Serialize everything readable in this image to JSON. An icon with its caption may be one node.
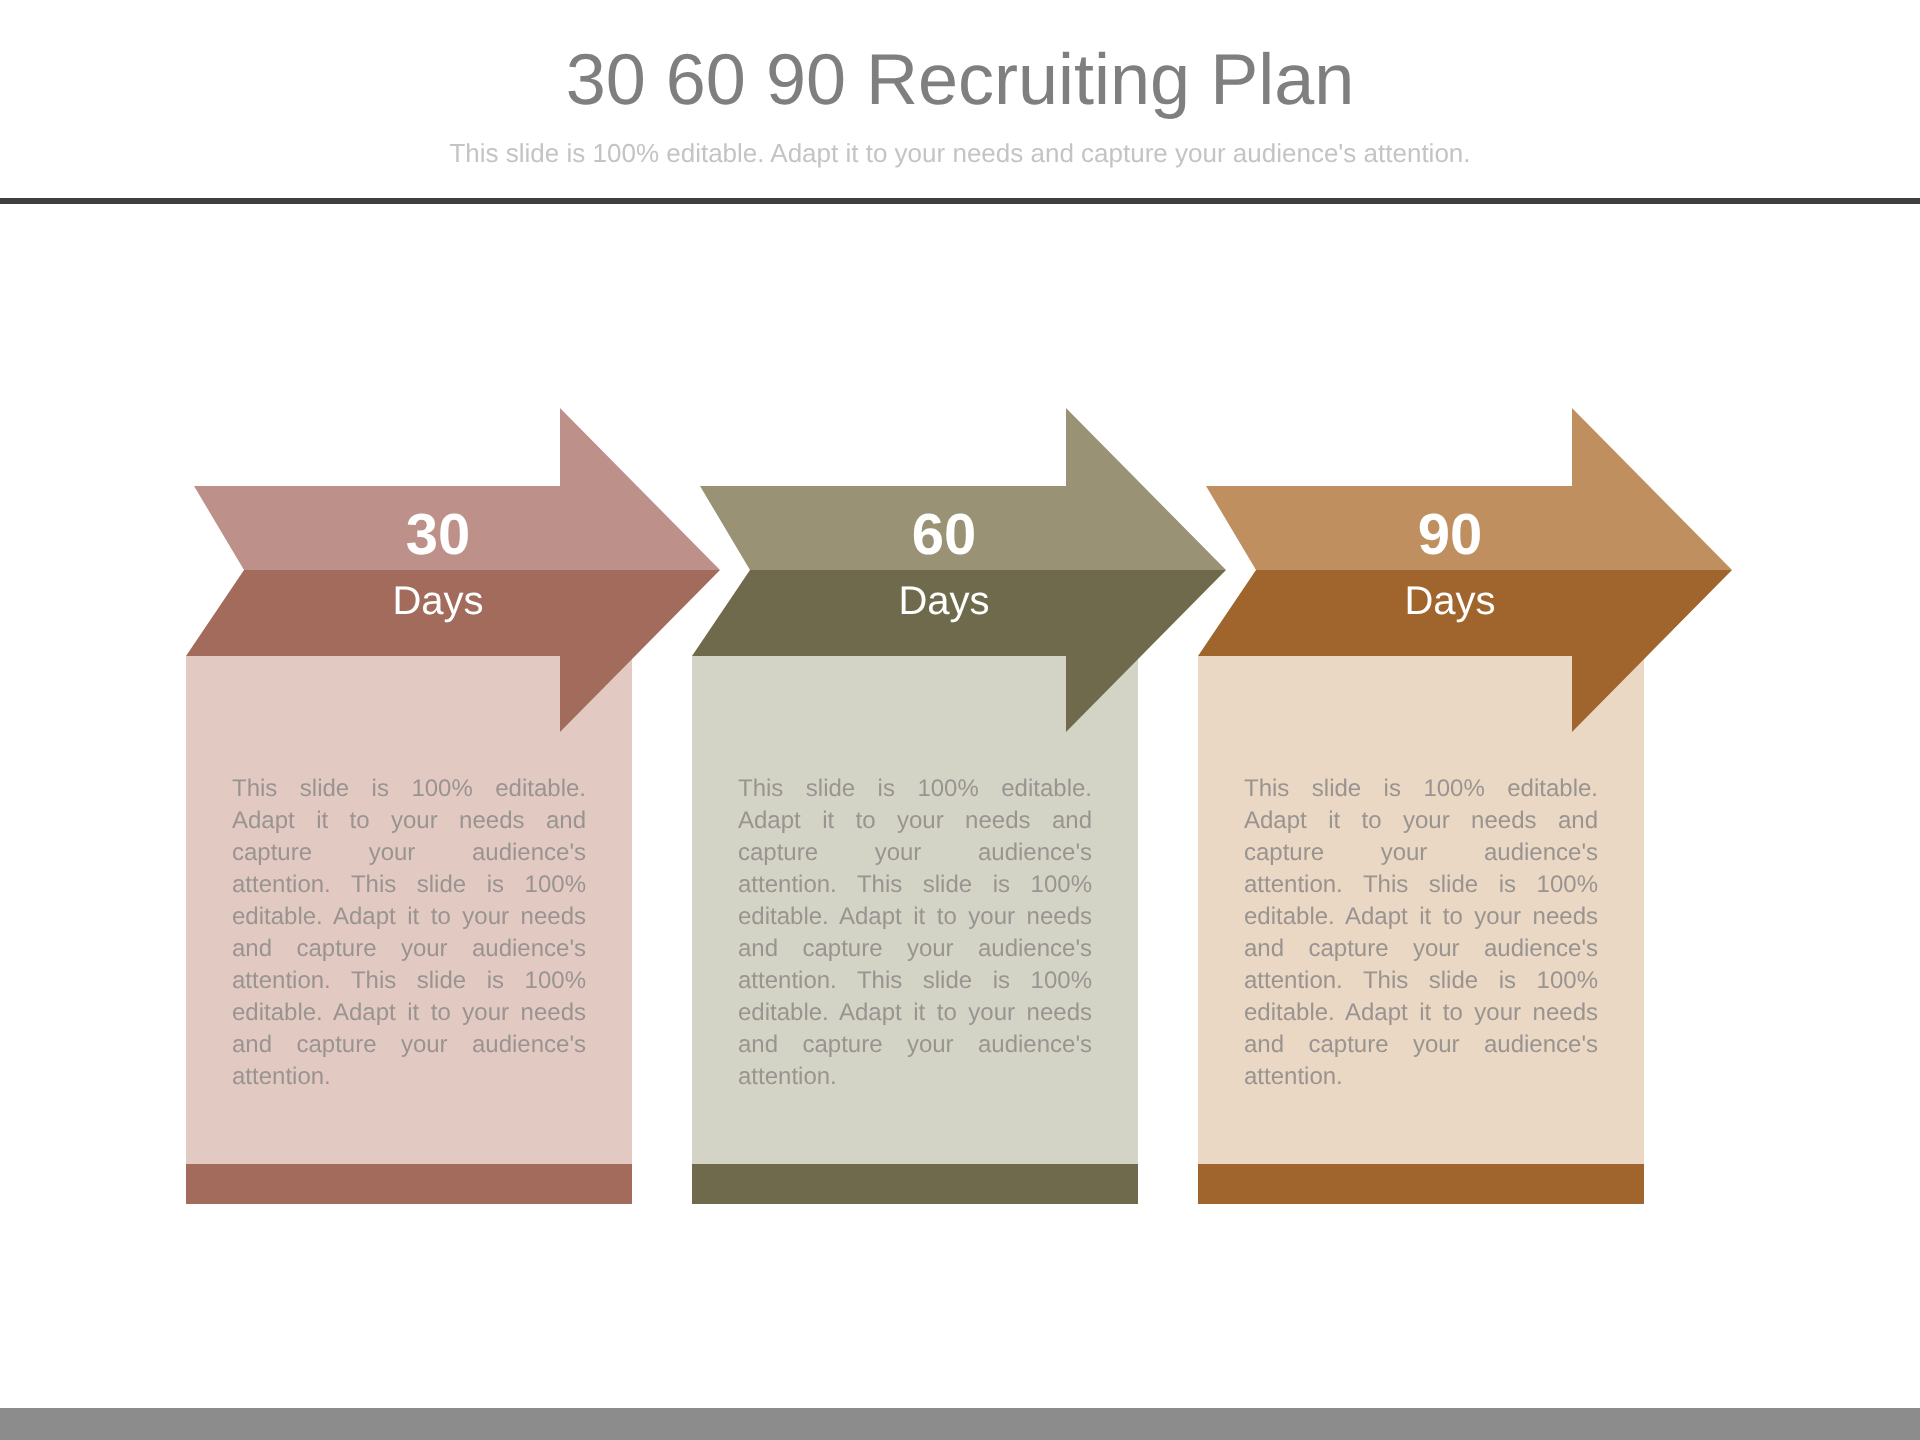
{
  "diagram": {
    "title": "30 60 90 Recruiting Plan",
    "nodes": [
      {
        "text": [
          "30",
          "Days"
        ]
      },
      {
        "text": [
          "This slide is 100% editable. Adapt it to your needs and capture your audience's attention. This slide is 100% editable. Adapt it to your needs and capture your audience's attention. This slide is 100% editable. Adapt it to your needs and capture your audience's attention."
        ]
      },
      {
        "text": [
          "60",
          "Days"
        ]
      },
      {
        "text": [
          "This slide is 100% editable. Adapt it to your needs and capture your audience's attention. This slide is 100% editable. Adapt it to your needs and capture your audience's attention. This slide is 100% editable. Adapt it to your needs and capture your audience's attention."
        ]
      },
      {
        "text": [
          "90",
          "Days"
        ]
      },
      {
        "text": [
          "This slide is 100% editable. Adapt it to your needs and capture your audience's attention. This slide is 100% editable. Adapt it to your needs and capture your audience's attention. This slide is 100% editable. Adapt it to your needs and capture your audience's attention."
        ]
      }
    ],
    "labels": [
      "This slide is 100% editable. Adapt it to your needs and capture your audience's attention."
    ]
  }
}
